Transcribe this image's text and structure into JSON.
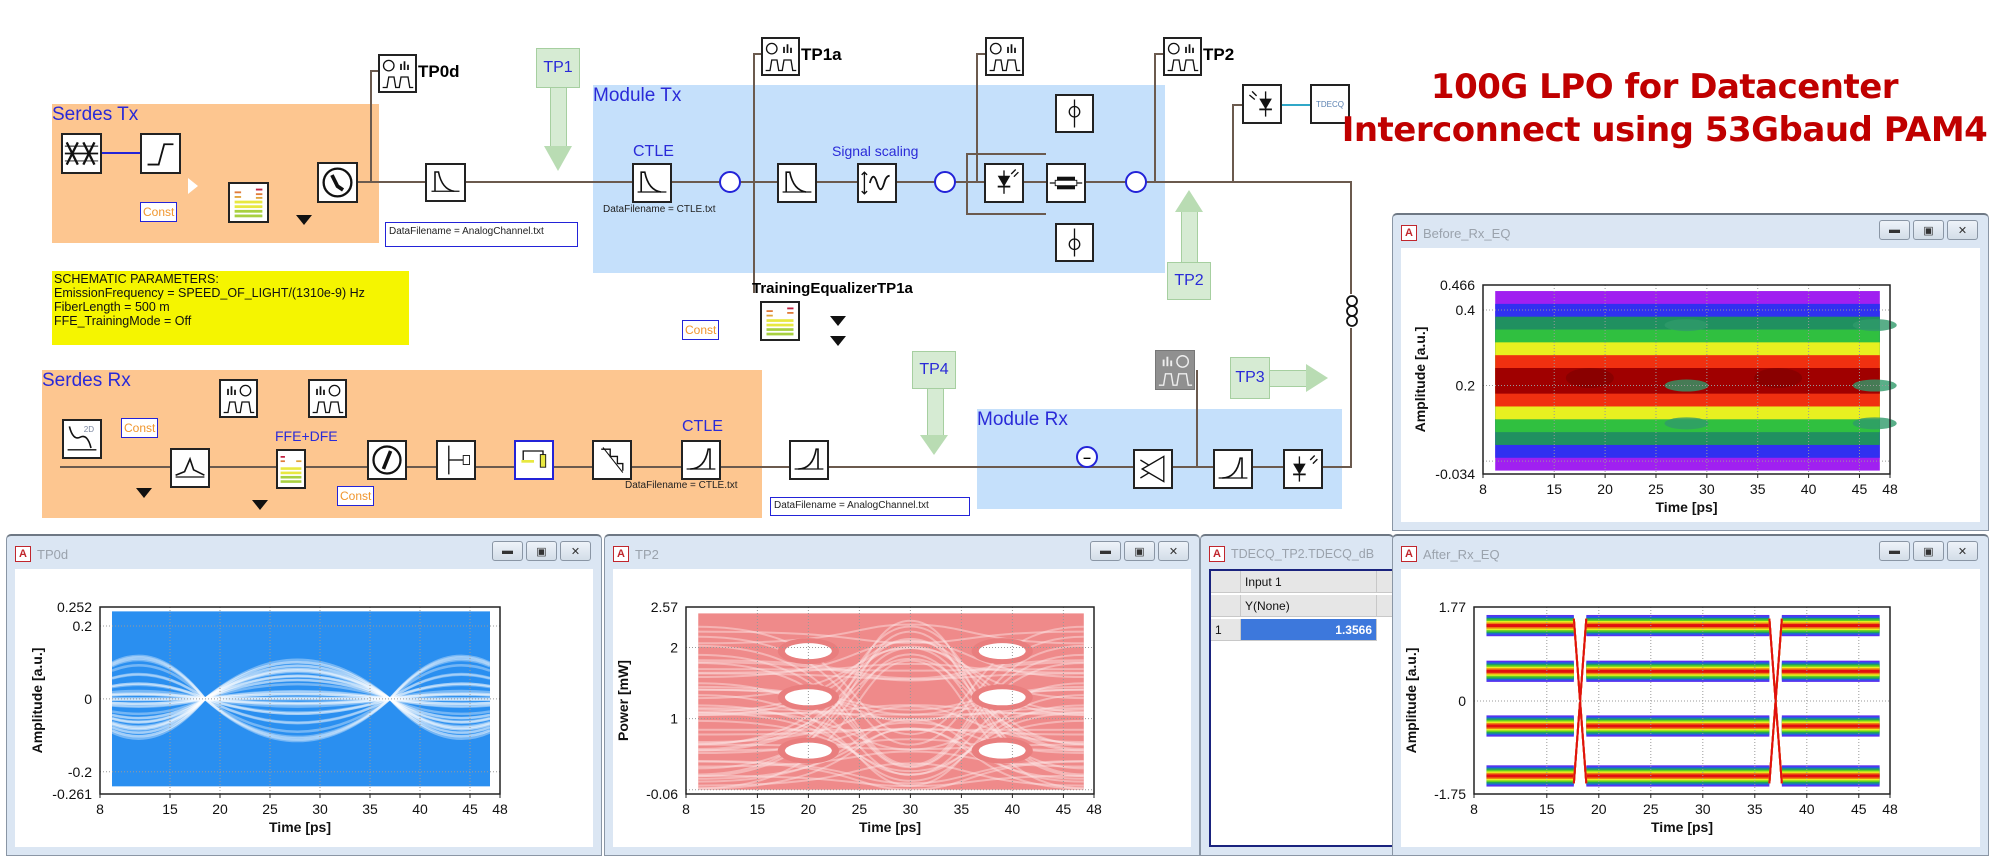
{
  "title": {
    "line1": "100G LPO for Datacenter",
    "line2": "Interconnect using 53Gbaud PAM4",
    "color": "#c00000"
  },
  "schematic": {
    "regions": {
      "serdes_tx": "Serdes Tx",
      "module_tx": "Module Tx",
      "serdes_rx": "Serdes Rx",
      "module_rx": "Module Rx"
    },
    "parameters": {
      "heading": "SCHEMATIC PARAMETERS:",
      "lines": [
        "EmissionFrequency = SPEED_OF_LIGHT/(1310e-9) Hz",
        "FiberLength = 500 m",
        "FFE_TrainingMode = Off"
      ]
    },
    "labels": {
      "tp0d": "TP0d",
      "tp1a": "TP1a",
      "tp2_scope": "TP2",
      "ctle_tx": "CTLE",
      "signal_scaling": "Signal scaling",
      "training_eq": "TrainingEqualizerTP1a",
      "ffe_dfe": "FFE+DFE",
      "ctle_rx": "CTLE",
      "tdecq_block": "TDECQ",
      "const": "Const",
      "twod": "2D"
    },
    "param_boxes": {
      "analog_channel_tx": "DataFilename = AnalogChannel.txt",
      "ctle_tx": "DataFilename = CTLE.txt",
      "ctle_rx": "DataFilename = CTLE.txt",
      "analog_channel_rx": "DataFilename = AnalogChannel.txt"
    },
    "test_points": {
      "tp1": "TP1",
      "tp2": "TP2",
      "tp3": "TP3",
      "tp4": "TP4"
    },
    "colors": {
      "serdes_fill": "#fdc690",
      "module_fill": "#c5e0fb",
      "params_fill": "#f5f500",
      "test_point_fill": "#d6ebd3"
    }
  },
  "windows": {
    "before_rx_eq": {
      "title": "Before_Rx_EQ",
      "buttons": [
        "minimize",
        "restore",
        "close"
      ]
    },
    "tp0d": {
      "title": "TP0d",
      "buttons": [
        "minimize",
        "restore",
        "close"
      ]
    },
    "tp2": {
      "title": "TP2",
      "buttons": [
        "minimize",
        "restore",
        "close"
      ]
    },
    "tdecq": {
      "title": "TDECQ_TP2.TDECQ_dB",
      "table": {
        "header1": "Input 1",
        "header2": "Y(None)",
        "rows": [
          {
            "index": "1",
            "value": "1.3566"
          }
        ]
      }
    },
    "after_rx_eq": {
      "title": "After_Rx_EQ",
      "buttons": [
        "minimize",
        "restore",
        "close"
      ]
    }
  },
  "chart_data": [
    {
      "id": "before_rx_eq",
      "type": "heatmap",
      "title": "Before_Rx_EQ",
      "xlabel": "Time [ps]",
      "ylabel": "Amplitude [a.u.]",
      "xlim": [
        8,
        48
      ],
      "ylim": [
        -0.034,
        0.466
      ],
      "xticks": [
        "8",
        "15",
        "20",
        "25",
        "30",
        "35",
        "40",
        "45",
        "48"
      ],
      "xtick_values": [
        8,
        15,
        20,
        25,
        30,
        35,
        40,
        45,
        48
      ],
      "yticks": [
        "0.466",
        "0.4",
        "0.2",
        "-0.034"
      ],
      "ytick_values": [
        0.466,
        0.4,
        0.2,
        -0.034
      ],
      "grid_y": [
        0.4,
        0.2,
        0.0
      ],
      "grid": true,
      "eye_crossings_ps": [
        18.5,
        37.0
      ],
      "data_extent_x": [
        9.2,
        47.0
      ],
      "data_extent_y": [
        -0.025,
        0.45
      ],
      "pam4_levels": [
        0.09,
        0.18,
        0.28,
        0.36
      ],
      "colormap": [
        "#a020f0",
        "#3030f0",
        "#209060",
        "#30c040",
        "#e8f020",
        "#f03010",
        "#a00000"
      ]
    },
    {
      "id": "tp0d",
      "type": "scatter",
      "title": "TP0d",
      "xlabel": "Time [ps]",
      "ylabel": "Amplitude [a.u.]",
      "xlim": [
        8,
        48
      ],
      "ylim": [
        -0.261,
        0.252
      ],
      "xticks": [
        "8",
        "15",
        "20",
        "25",
        "30",
        "35",
        "40",
        "45",
        "48"
      ],
      "xtick_values": [
        8,
        15,
        20,
        25,
        30,
        35,
        40,
        45,
        48
      ],
      "yticks": [
        "0.252",
        "0.2",
        "0",
        "-0.2",
        "-0.261"
      ],
      "ytick_values": [
        0.252,
        0.2,
        0,
        -0.2,
        -0.261
      ],
      "grid_y": [
        0.2,
        0,
        -0.2
      ],
      "grid": true,
      "eye_crossings_ps": [
        18.5,
        37.0
      ],
      "data_extent_x": [
        9.2,
        47.0
      ],
      "data_extent_y": [
        -0.24,
        0.24
      ],
      "color": "#2a8ff0"
    },
    {
      "id": "tp2",
      "type": "scatter",
      "title": "TP2",
      "xlabel": "Time [ps]",
      "ylabel": "Power [mW]",
      "xlim": [
        8,
        48
      ],
      "ylim": [
        -0.06,
        2.57
      ],
      "xticks": [
        "8",
        "15",
        "20",
        "25",
        "30",
        "35",
        "40",
        "45",
        "48"
      ],
      "xtick_values": [
        8,
        15,
        20,
        25,
        30,
        35,
        40,
        45,
        48
      ],
      "yticks": [
        "2.57",
        "2",
        "1",
        "-0.06"
      ],
      "ytick_values": [
        2.57,
        2,
        1,
        -0.06
      ],
      "grid_y": [
        2,
        1,
        0
      ],
      "grid": true,
      "eye_centers_ps": [
        20.0,
        39.0
      ],
      "eye_levels_mw": [
        0.55,
        1.3,
        1.95
      ],
      "data_extent_x": [
        9.2,
        47.0
      ],
      "data_extent_y": [
        0.0,
        2.48
      ],
      "color": "#ef8a8a"
    },
    {
      "id": "after_rx_eq",
      "type": "heatmap",
      "title": "After_Rx_EQ",
      "xlabel": "Time [ps]",
      "ylabel": "Amplitude [a.u.]",
      "xlim": [
        8,
        48
      ],
      "ylim": [
        -1.75,
        1.77
      ],
      "xticks": [
        "8",
        "15",
        "20",
        "25",
        "30",
        "35",
        "40",
        "45",
        "48"
      ],
      "xtick_values": [
        8,
        15,
        20,
        25,
        30,
        35,
        40,
        45,
        48
      ],
      "yticks": [
        "1.77",
        "0",
        "-1.75"
      ],
      "ytick_values": [
        1.77,
        0,
        -1.75
      ],
      "grid_y": [
        0
      ],
      "grid": true,
      "eye_crossings_ps": [
        18.2,
        37.0
      ],
      "data_extent_x": [
        9.2,
        47.0
      ],
      "pam4_levels": [
        -1.41,
        -0.47,
        0.56,
        1.42
      ],
      "band_halfwidth": 0.2,
      "colormap": [
        "#5a30f0",
        "#2060e0",
        "#20a060",
        "#60d020",
        "#e8f020",
        "#f08010",
        "#e01010"
      ]
    },
    {
      "id": "tdecq_tp2",
      "type": "table",
      "title": "TDECQ_TP2.TDECQ_dB",
      "columns": [
        "Input 1"
      ],
      "subheader": [
        "Y(None)"
      ],
      "rows": [
        [
          1.3566
        ]
      ]
    }
  ]
}
